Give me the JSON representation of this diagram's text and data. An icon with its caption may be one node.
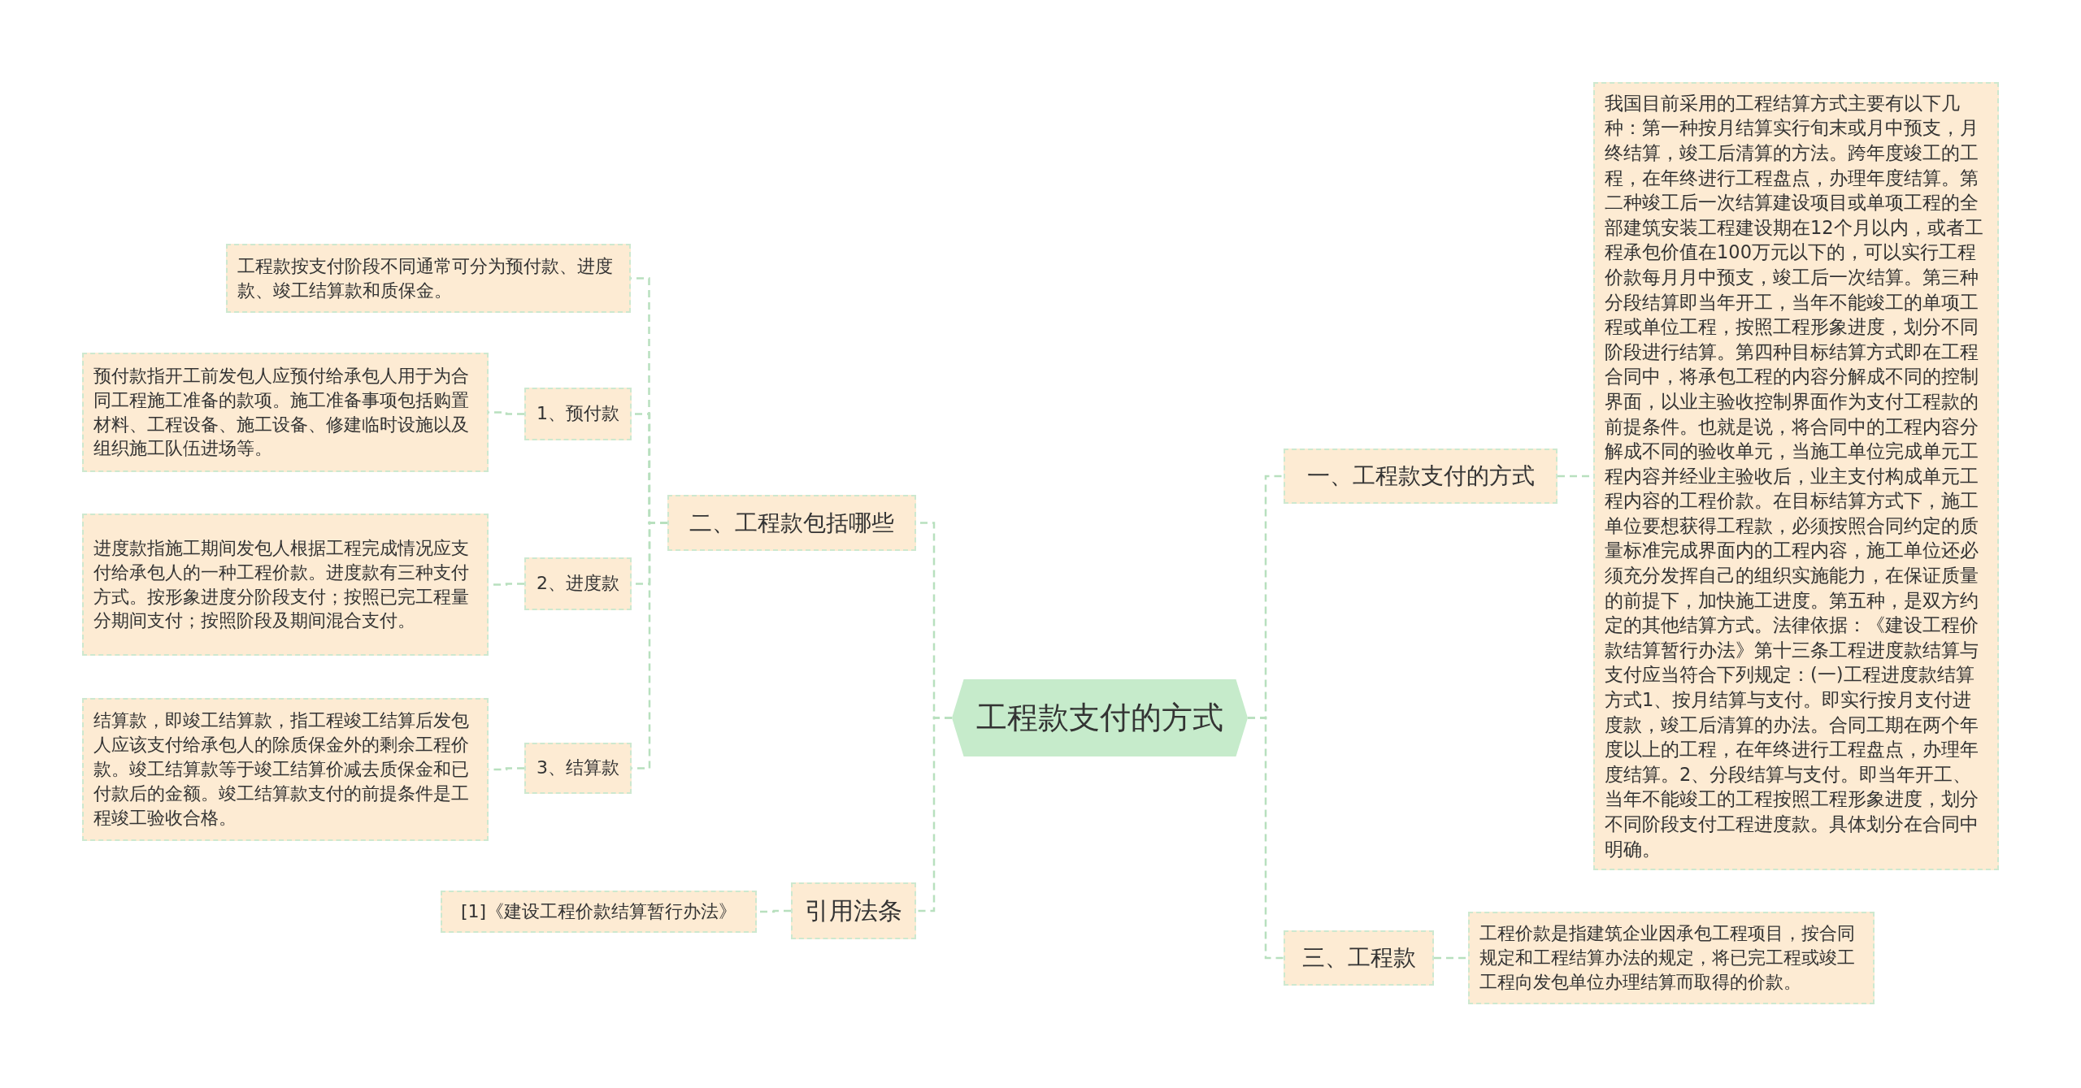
{
  "diagram": {
    "nodes": [
      {
        "text": [
          "工程款支付的方式"
        ]
      },
      {
        "text": [
          "二、工程款包括哪些"
        ]
      },
      {
        "text": [
          "工程款按支付阶段不同通常可分为预付款、进度款、竣工结算款和质保金。"
        ]
      },
      {
        "text": [
          "1、预付款"
        ]
      },
      {
        "text": [
          "预付款指开工前发包人应预付给承包人用于为合同工程施工准备的款项。施工准备事项包括购置材料、工程设备、施工设备、修建临时设施以及组织施工队伍进场等。"
        ]
      },
      {
        "text": [
          "2、进度款"
        ]
      },
      {
        "text": [
          "进度款指施工期间发包人根据工程完成情况应支付给承包人的一种工程价款。进度款有三种支付方式。按形象进度分阶段支付；按照已完工程量分期间支付；按照阶段及期间混合支付。"
        ]
      },
      {
        "text": [
          "3、结算款"
        ]
      },
      {
        "text": [
          "结算款，即竣工结算款，指工程竣工结算后发包人应该支付给承包人的除质保金外的剩余工程价款。竣工结算款等于竣工结算价减去质保金和已付款后的金额。竣工结算款支付的前提条件是工程竣工验收合格。"
        ]
      },
      {
        "text": [
          "引用法条"
        ]
      },
      {
        "text": [
          "[1]《建设工程价款结算暂行办法》"
        ]
      },
      {
        "text": [
          "一、工程款支付的方式"
        ]
      },
      {
        "text": [
          "我国目前采用的工程结算方式主要有以下几种：第一种按月结算实行旬末或月中预支，月终结算，竣工后清算的方法。跨年度竣工的工程，在年终进行工程盘点，办理年度结算。第二种竣工后一次结算建设项目或单项工程的全部建筑安装工程建设期在12个月以内，或者工程承包价值在100万元以下的，可以实行工程价款每月月中预支，竣工后一次结算。第三种分段结算即当年开工，当年不能竣工的单项工程或单位工程，按照工程形象进度，划分不同阶段进行结算。第四种目标结算方式即在工程合同中，将承包工程的内容分解成不同的控制界面，以业主验收控制界面作为支付工程款的前提条件。也就是说，将合同中的工程内容分解成不同的验收单元，当施工单位完成单元工程内容并经业主验收后，业主支付构成单元工程内容的工程价款。在目标结算方式下，施工单位要想获得工程款，必须按照合同约定的质量标准完成界面内的工程内容，施工单位还必须充分发挥自己的组织实施能力，在保证质量的前提下，加快施工进度。第五种，是双方约定的其他结算方式。法律依据：《建设工程价款结算暂行办法》第十三条工程进度款结算与支付应当符合下列规定：(一)工程进度款结算方式1、按月结算与支付。即实行按月支付进度款，竣工后清算的办法。合同工期在两个年度以上的工程，在年终进行工程盘点，办理年度结算。2、分段结算与支付。即当年开工、当年不能竣工的工程按照工程形象进度，划分不同阶段支付工程进度款。具体划分在合同中明确。"
        ]
      },
      {
        "text": [
          "三、工程款"
        ]
      },
      {
        "text": [
          "工程价款是指建筑企业因承包工程项目，按合同规定和工程结算办法的规定，将已完工程或竣工工程向发包单位办理结算而取得的价款。"
        ]
      }
    ],
    "edges": [
      {
        "from": 0,
        "to": 1,
        "arrow": "none"
      },
      {
        "from": 0,
        "to": 9,
        "arrow": "none"
      },
      {
        "from": 0,
        "to": 11,
        "arrow": "none"
      },
      {
        "from": 0,
        "to": 13,
        "arrow": "none"
      },
      {
        "from": 1,
        "to": 2,
        "arrow": "none"
      },
      {
        "from": 1,
        "to": 3,
        "arrow": "none"
      },
      {
        "from": 1,
        "to": 5,
        "arrow": "none"
      },
      {
        "from": 1,
        "to": 7,
        "arrow": "none"
      },
      {
        "from": 3,
        "to": 4,
        "arrow": "none"
      },
      {
        "from": 5,
        "to": 6,
        "arrow": "none"
      },
      {
        "from": 7,
        "to": 8,
        "arrow": "none"
      },
      {
        "from": 9,
        "to": 10,
        "arrow": "none"
      },
      {
        "from": 11,
        "to": 12,
        "arrow": "none"
      },
      {
        "from": 13,
        "to": 14,
        "arrow": "none"
      }
    ]
  }
}
